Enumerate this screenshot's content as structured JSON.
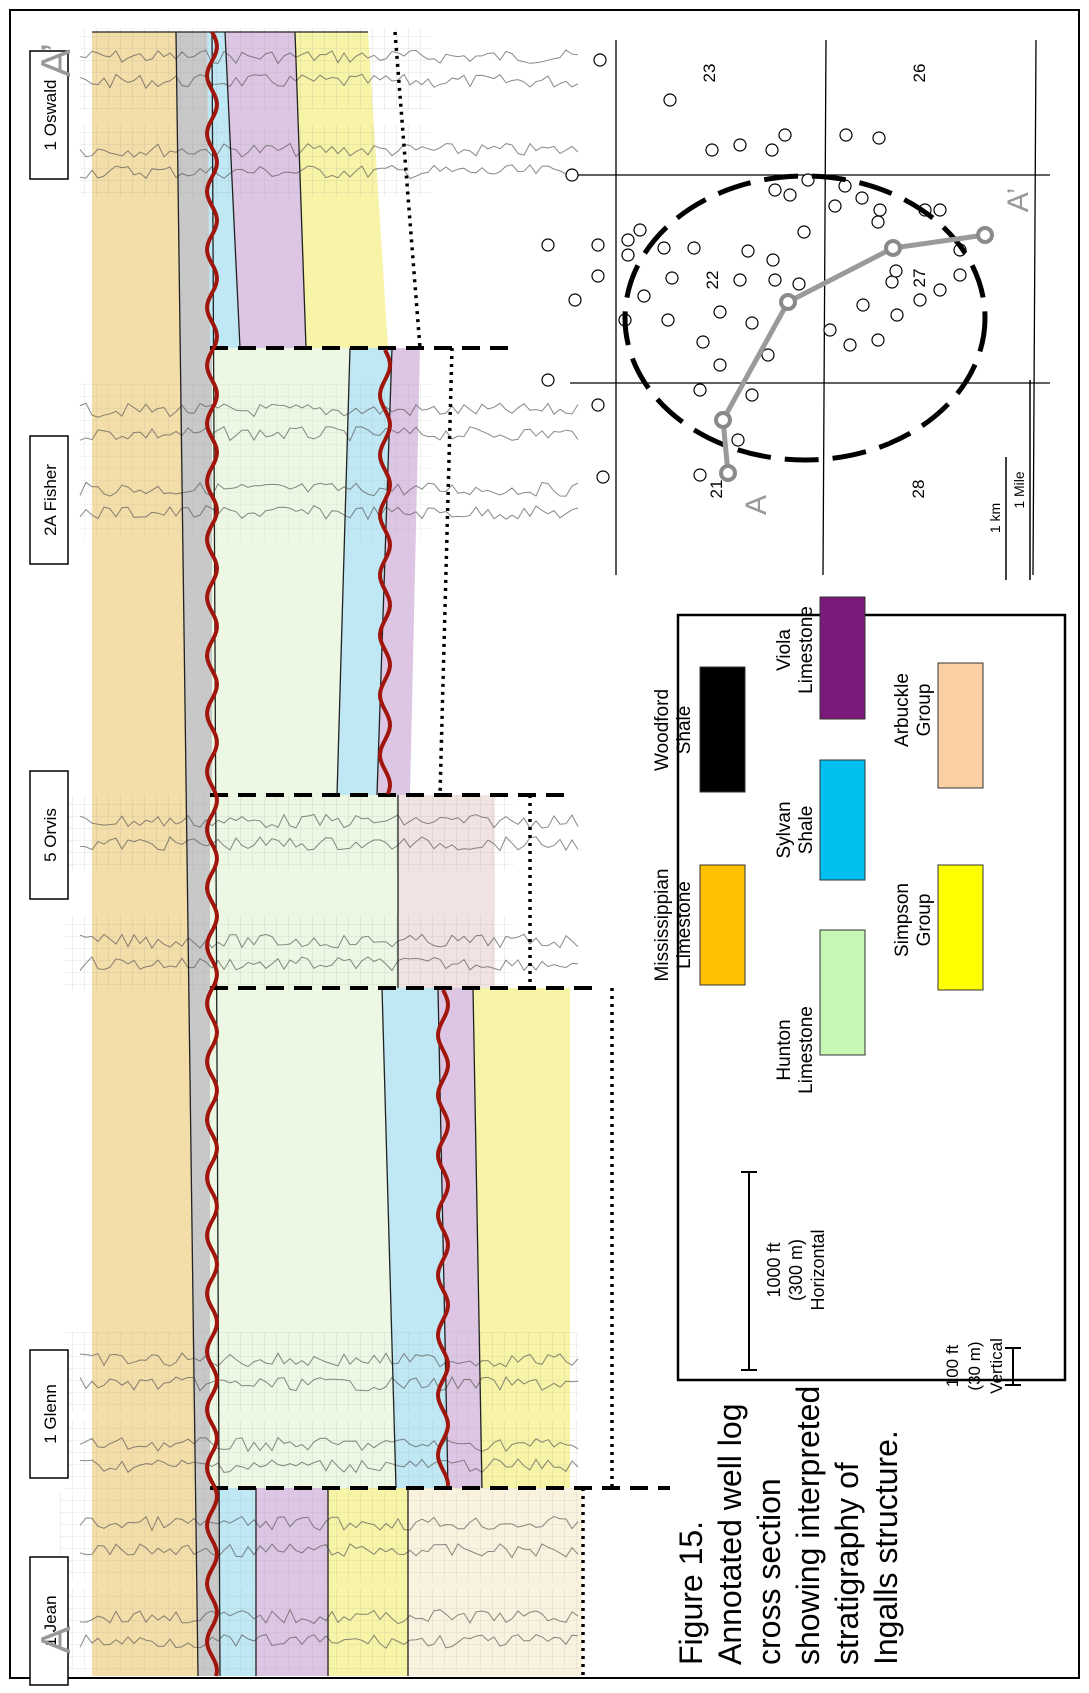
{
  "end_labels": {
    "start": "A",
    "end": "A’"
  },
  "wells": [
    {
      "name": "1 Jean"
    },
    {
      "name": "1 Glenn"
    },
    {
      "name": "5 Orvis"
    },
    {
      "name": "2A Fisher"
    },
    {
      "name": "1 Oswald"
    }
  ],
  "caption": [
    "Figure 15.",
    "Annotated well log",
    "cross section",
    "showing interpreted",
    "stratigraphy of",
    "Ingalls structure."
  ],
  "legend": {
    "scale_horizontal": [
      "1000 ft",
      "(300 m)",
      "Horizontal"
    ],
    "scale_vertical": [
      "100 ft",
      "(30 m)",
      "Vertical"
    ],
    "units": [
      {
        "lines": [
          "Mississippian",
          "Limestone"
        ],
        "color": "#FFC000"
      },
      {
        "lines": [
          "Woodford",
          "Shale"
        ],
        "color": "#000000"
      },
      {
        "lines": [
          "Hunton",
          "Limestone"
        ],
        "color": "#C6F7B3"
      },
      {
        "lines": [
          "Sylvan",
          "Shale"
        ],
        "color": "#00C0F0"
      },
      {
        "lines": [
          "Viola",
          "Limestone"
        ],
        "color": "#7B1A7B"
      },
      {
        "lines": [
          "Simpson",
          "Group"
        ],
        "color": "#FFFF00"
      },
      {
        "lines": [
          "Arbuckle",
          "Group"
        ],
        "color": "#F9CFA3"
      }
    ]
  },
  "map": {
    "sections": [
      "23",
      "26",
      "22",
      "27",
      "21",
      "28"
    ],
    "scale_km": "1 km",
    "scale_mile": "1 Mile",
    "line_start": "A",
    "line_end": "A’"
  },
  "colors": {
    "mississippian": "#F3DDA8",
    "woodford": "#C8C8C8",
    "hunton": "#EDF8E4",
    "sylvan": "#BFE7F4",
    "viola": "#DCC6E3",
    "simpson": "#F7F3A7",
    "arbuckle": "#F8F2DE",
    "unconformity": "#A0150C"
  }
}
